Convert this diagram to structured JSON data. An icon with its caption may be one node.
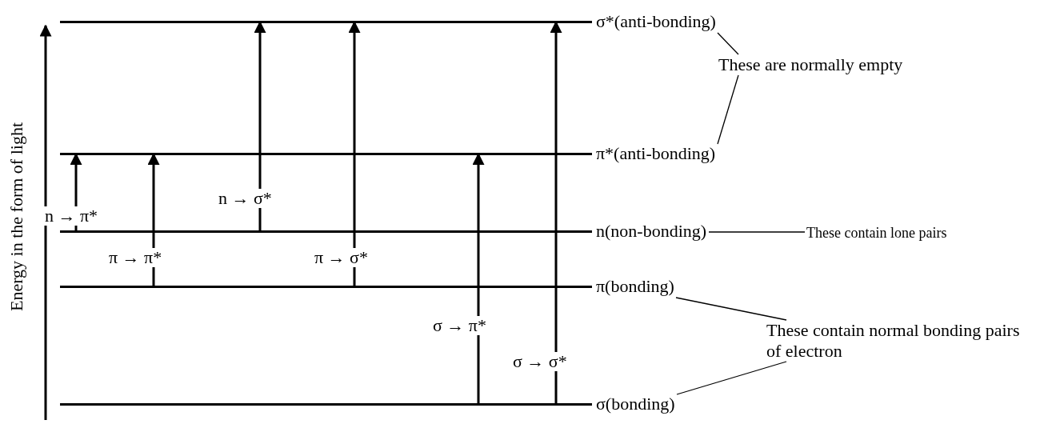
{
  "diagram": {
    "nodes": [
      {
        "text": [
          "σ*(anti-bonding)"
        ]
      },
      {
        "text": [
          "π*(anti-bonding)"
        ]
      },
      {
        "text": [
          "n(non-bonding)"
        ]
      },
      {
        "text": [
          "π(bonding)"
        ]
      },
      {
        "text": [
          "σ(bonding)"
        ]
      },
      {
        "text": [
          "These are normally empty"
        ]
      },
      {
        "text": [
          "These contain lone pairs"
        ]
      },
      {
        "text": [
          "These contain normal bonding pairs of electron"
        ]
      }
    ],
    "edges": [
      {
        "from": 2,
        "to": 1,
        "arrow": "to",
        "label": "n → π*"
      },
      {
        "from": 3,
        "to": 1,
        "arrow": "to",
        "label": "π → π*"
      },
      {
        "from": 2,
        "to": 0,
        "arrow": "to",
        "label": "n → σ*"
      },
      {
        "from": 3,
        "to": 0,
        "arrow": "to",
        "label": "π → σ*"
      },
      {
        "from": 4,
        "to": 1,
        "arrow": "to",
        "label": "σ → π*"
      },
      {
        "from": 4,
        "to": 0,
        "arrow": "to",
        "label": "σ → σ*"
      },
      {
        "from": 5,
        "to": 0,
        "arrow": "none"
      },
      {
        "from": 5,
        "to": 1,
        "arrow": "none"
      },
      {
        "from": 6,
        "to": 2,
        "arrow": "none"
      },
      {
        "from": 7,
        "to": 3,
        "arrow": "none"
      },
      {
        "from": 7,
        "to": 4,
        "arrow": "none"
      }
    ],
    "labels": [
      "Energy in the form of light"
    ]
  }
}
